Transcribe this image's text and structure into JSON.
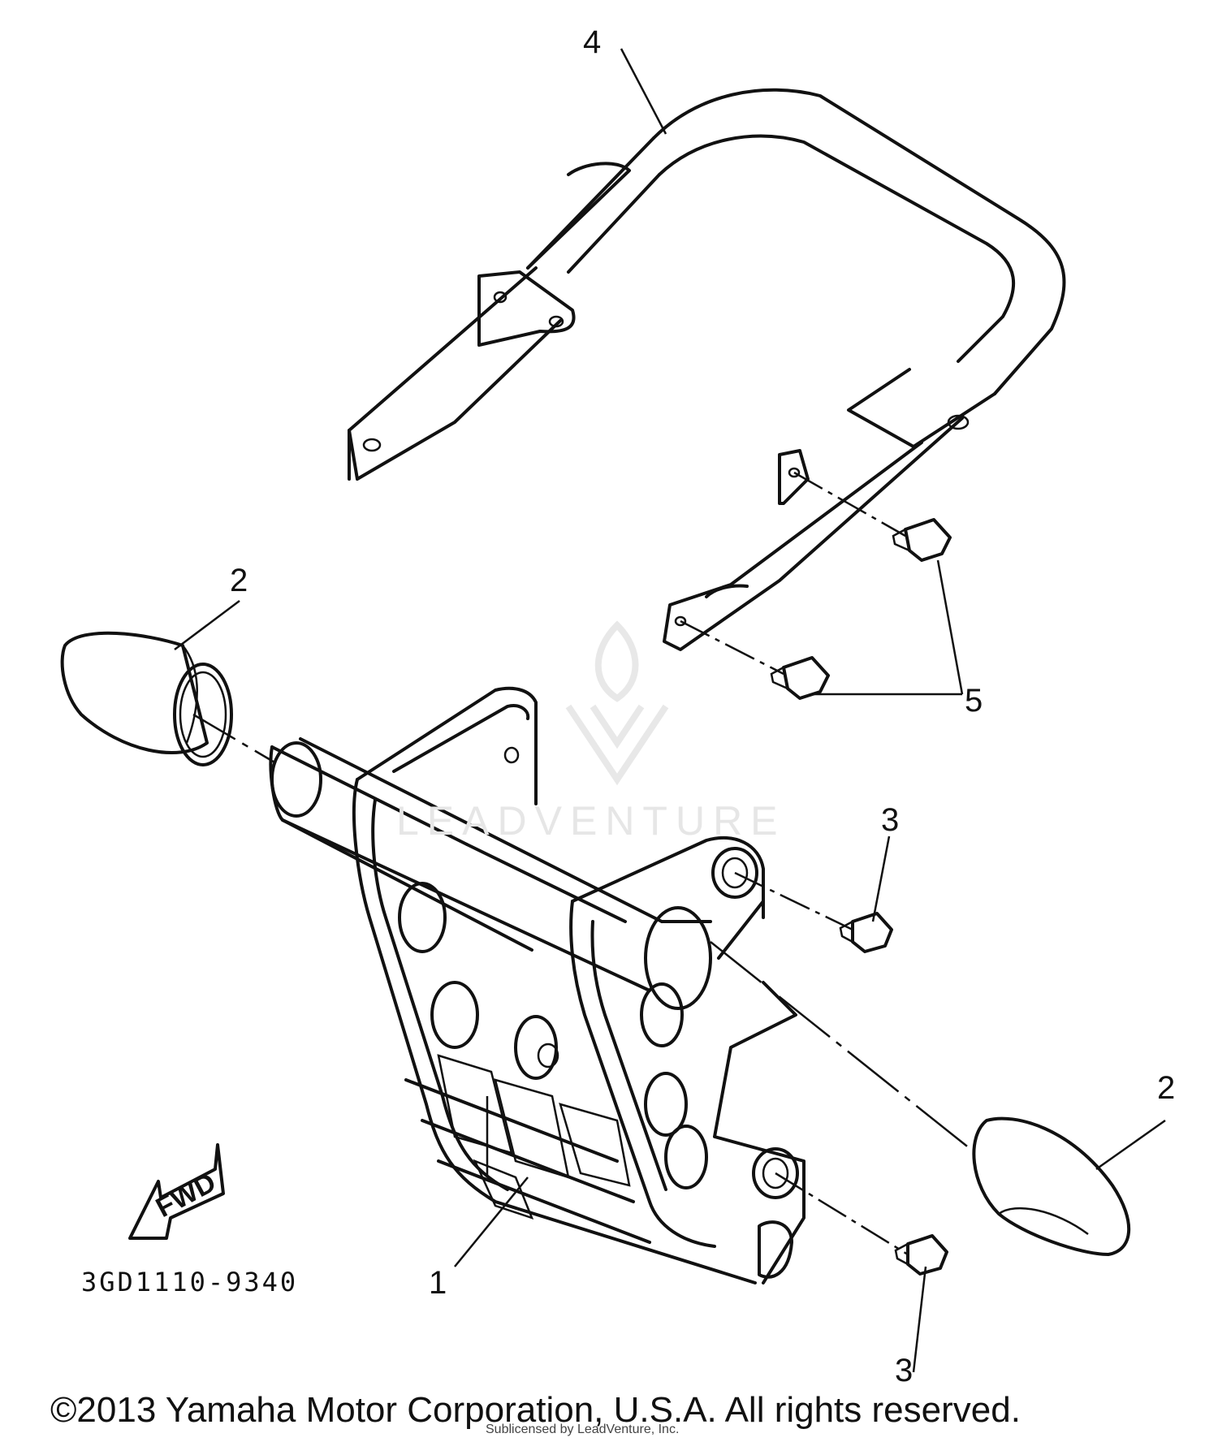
{
  "callouts": {
    "c1": "1",
    "c2_left": "2",
    "c2_right": "2",
    "c3_top": "3",
    "c3_bottom": "3",
    "c4": "4",
    "c5": "5"
  },
  "fwd_label": "FWD",
  "part_code": "3GD1110-9340",
  "watermark": "LEADVENTURE",
  "copyright": "©2013 Yamaha Motor Corporation, U.S.A. All rights reserved.",
  "sublicense": "Sublicensed by LeadVenture, Inc."
}
